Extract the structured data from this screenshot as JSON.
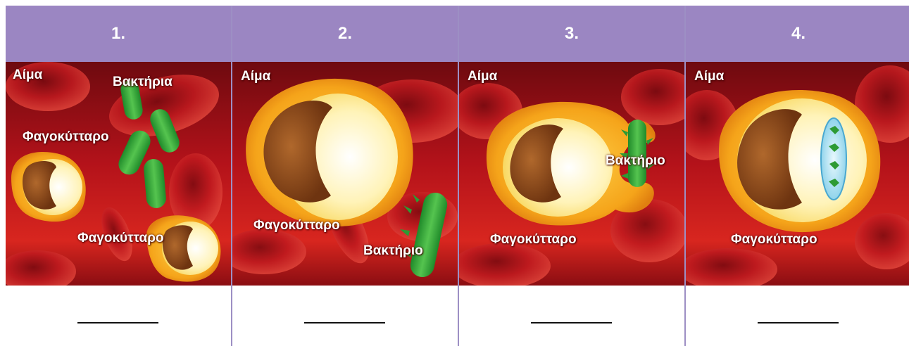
{
  "panels": [
    {
      "number": "1.",
      "labels": {
        "blood": "Αίμα",
        "bacteria": "Βακτήρια",
        "phagocyte_a": "Φαγοκύτταρο",
        "phagocyte_b": "Φαγοκύτταρο"
      }
    },
    {
      "number": "2.",
      "labels": {
        "blood": "Αίμα",
        "phagocyte": "Φαγοκύτταρο",
        "bacterium": "Βακτήριο"
      }
    },
    {
      "number": "3.",
      "labels": {
        "blood": "Αίμα",
        "bacterium": "Βακτήριο",
        "phagocyte": "Φαγοκύτταρο"
      }
    },
    {
      "number": "4.",
      "labels": {
        "blood": "Αίμα",
        "phagocyte": "Φαγοκύτταρο"
      }
    }
  ],
  "colors": {
    "header": "#9b86c2",
    "divider": "#9d8fc4",
    "blood": "#b3121a",
    "phagocyte_outer": "#f2a318",
    "phagocyte_inner": "#fff2b0",
    "nucleus": "#8a4a1c",
    "bacterium": "#33a83a",
    "vacuole": "#bfe6f5"
  }
}
